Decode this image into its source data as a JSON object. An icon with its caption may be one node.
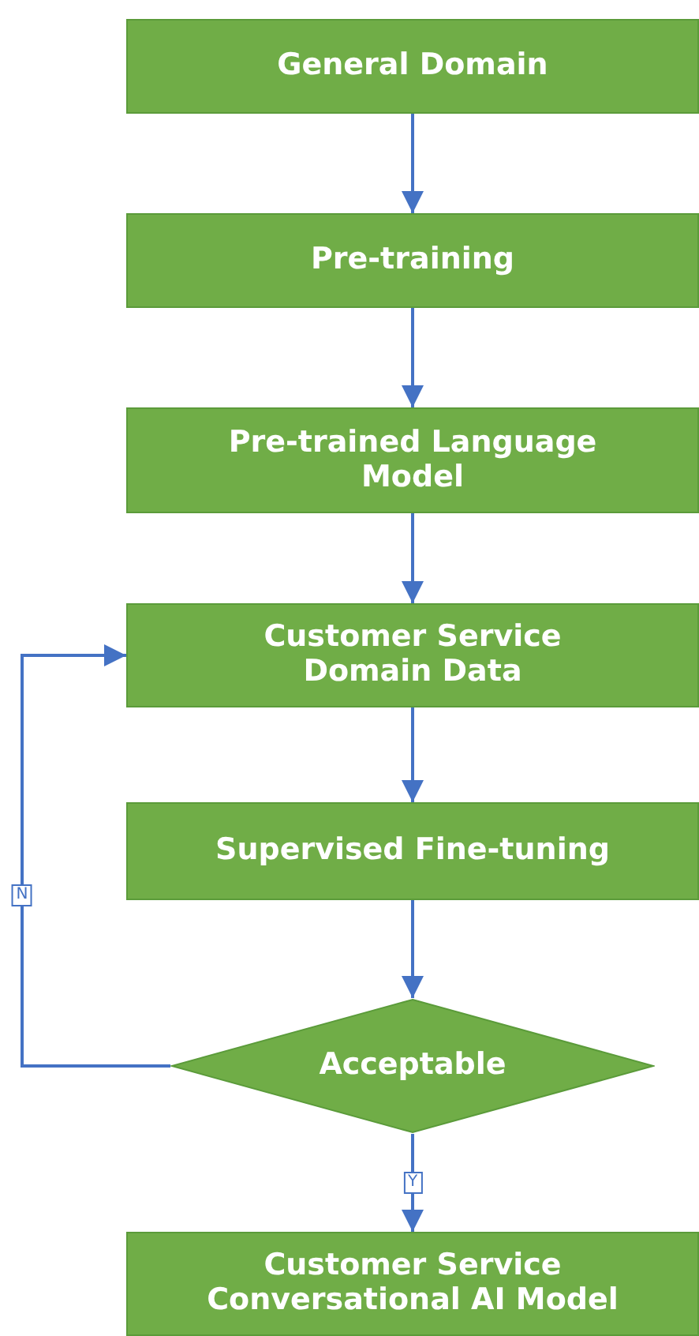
{
  "diagram": {
    "nodes": [
      {
        "text": [
          "General Domain"
        ]
      },
      {
        "text": [
          "Pre-training"
        ]
      },
      {
        "text": [
          "Pre-trained Language Model"
        ]
      },
      {
        "text": [
          "Customer Service Domain Data"
        ]
      },
      {
        "text": [
          "Supervised Fine-tuning"
        ]
      },
      {
        "text": [
          "Acceptable"
        ]
      },
      {
        "text": [
          "Customer Service Conversational AI Model"
        ]
      }
    ],
    "edges": [
      {
        "from": 0,
        "to": 1,
        "arrow": "to"
      },
      {
        "from": 1,
        "to": 2,
        "arrow": "to"
      },
      {
        "from": 2,
        "to": 3,
        "arrow": "to"
      },
      {
        "from": 3,
        "to": 4,
        "arrow": "to"
      },
      {
        "from": 4,
        "to": 5,
        "arrow": "to"
      },
      {
        "from": 5,
        "to": 3,
        "label": "N",
        "arrow": "to"
      },
      {
        "from": 5,
        "to": 6,
        "label": "Y",
        "arrow": "to"
      }
    ]
  }
}
